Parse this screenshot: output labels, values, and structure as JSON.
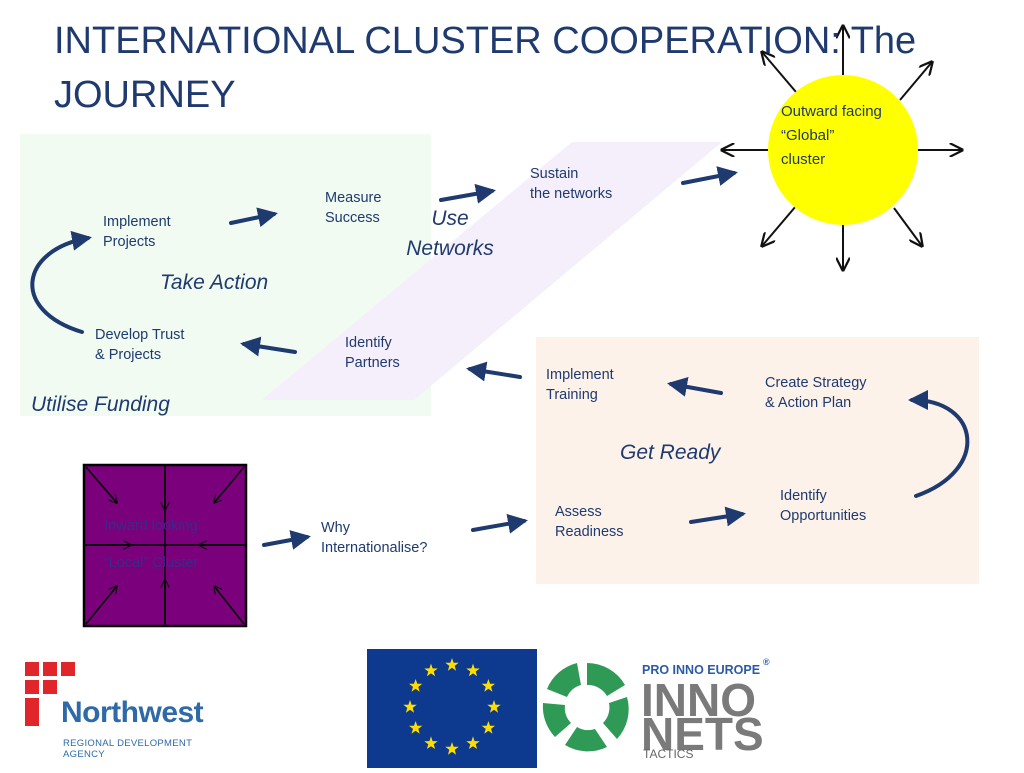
{
  "title": "INTERNATIONAL CLUSTER COOPERATION: The JOURNEY",
  "nodes": {
    "implement_projects": "Implement\nProjects",
    "measure_success": "Measure\nSuccess",
    "sustain_networks": "Sustain\nthe networks",
    "develop_trust": "Develop Trust\n& Projects",
    "identify_partners": "Identify\nPartners",
    "implement_training": "Implement\nTraining",
    "create_strategy": "Create Strategy\n& Action Plan",
    "assess_readiness": "Assess\nReadiness",
    "identify_opportunities": "Identify\nOpportunities",
    "why_internationalise": "Why\nInternationalise?"
  },
  "phases": {
    "take_action": "Take Action",
    "use_networks": "Use\nNetworks",
    "utilise_funding": "Utilise Funding",
    "get_ready": "Get Ready"
  },
  "outward_cluster": "Outward facing\n“Global”\ncluster",
  "inward_cluster": "Inward looking\n“Local” Cluster",
  "logos": {
    "northwest_word": "Northwest",
    "northwest_sub": "REGIONAL DEVELOPMENT AGENCY",
    "pro_inno": "PRO INNO EUROPE",
    "registered": "®",
    "inno": "INNO",
    "nets": "NETS",
    "tactics": "TACTICS"
  },
  "colors": {
    "text": "#1f3a6e",
    "arrow": "#1f3a6e",
    "green_panel": "#f1fbf1",
    "lavender_band": "#f3eefb",
    "peach_panel": "#fdf2ea",
    "sun": "#ffff00",
    "inward_square": "#7b007b",
    "eu_blue": "#0d3a8f",
    "eu_star": "#ffdd00",
    "northwest_red": "#e0262b",
    "northwest_blue": "#2e6aa8",
    "pie_green": "#2f9a55"
  }
}
